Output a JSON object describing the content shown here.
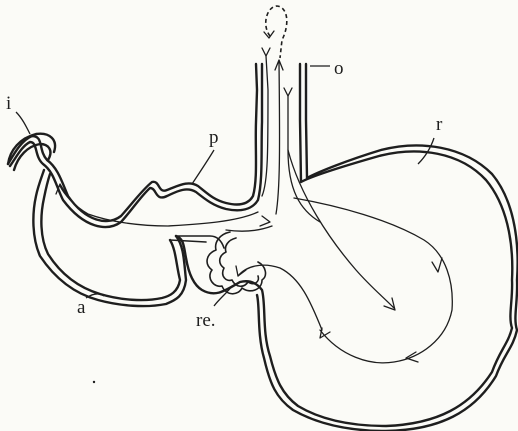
{
  "figure": {
    "labels": {
      "i": "i",
      "p": "p",
      "o": "o",
      "r": "r",
      "a": "a",
      "re": "re."
    }
  }
}
